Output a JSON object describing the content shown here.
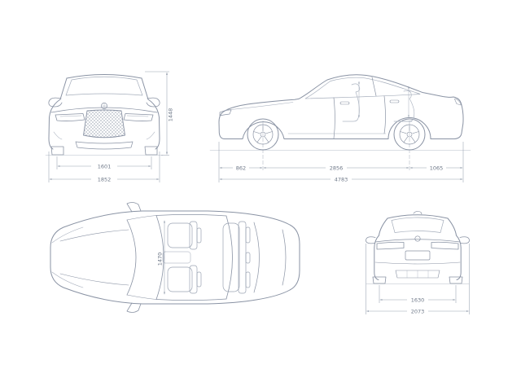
{
  "palette": {
    "line": "#8a93a4",
    "detail": "#a6aebc",
    "dim": "#98a1b0",
    "text": "#6e7888",
    "background": "#ffffff"
  },
  "views": {
    "front": {
      "track": "1601",
      "width": "1852",
      "height": "1448"
    },
    "side": {
      "front_overhang": "862",
      "wheelbase": "2856",
      "rear_overhang": "1065",
      "length": "4783"
    },
    "top": {
      "interior_width": "1470"
    },
    "rear": {
      "track": "1630",
      "width_incl_mirrors": "2073"
    }
  }
}
